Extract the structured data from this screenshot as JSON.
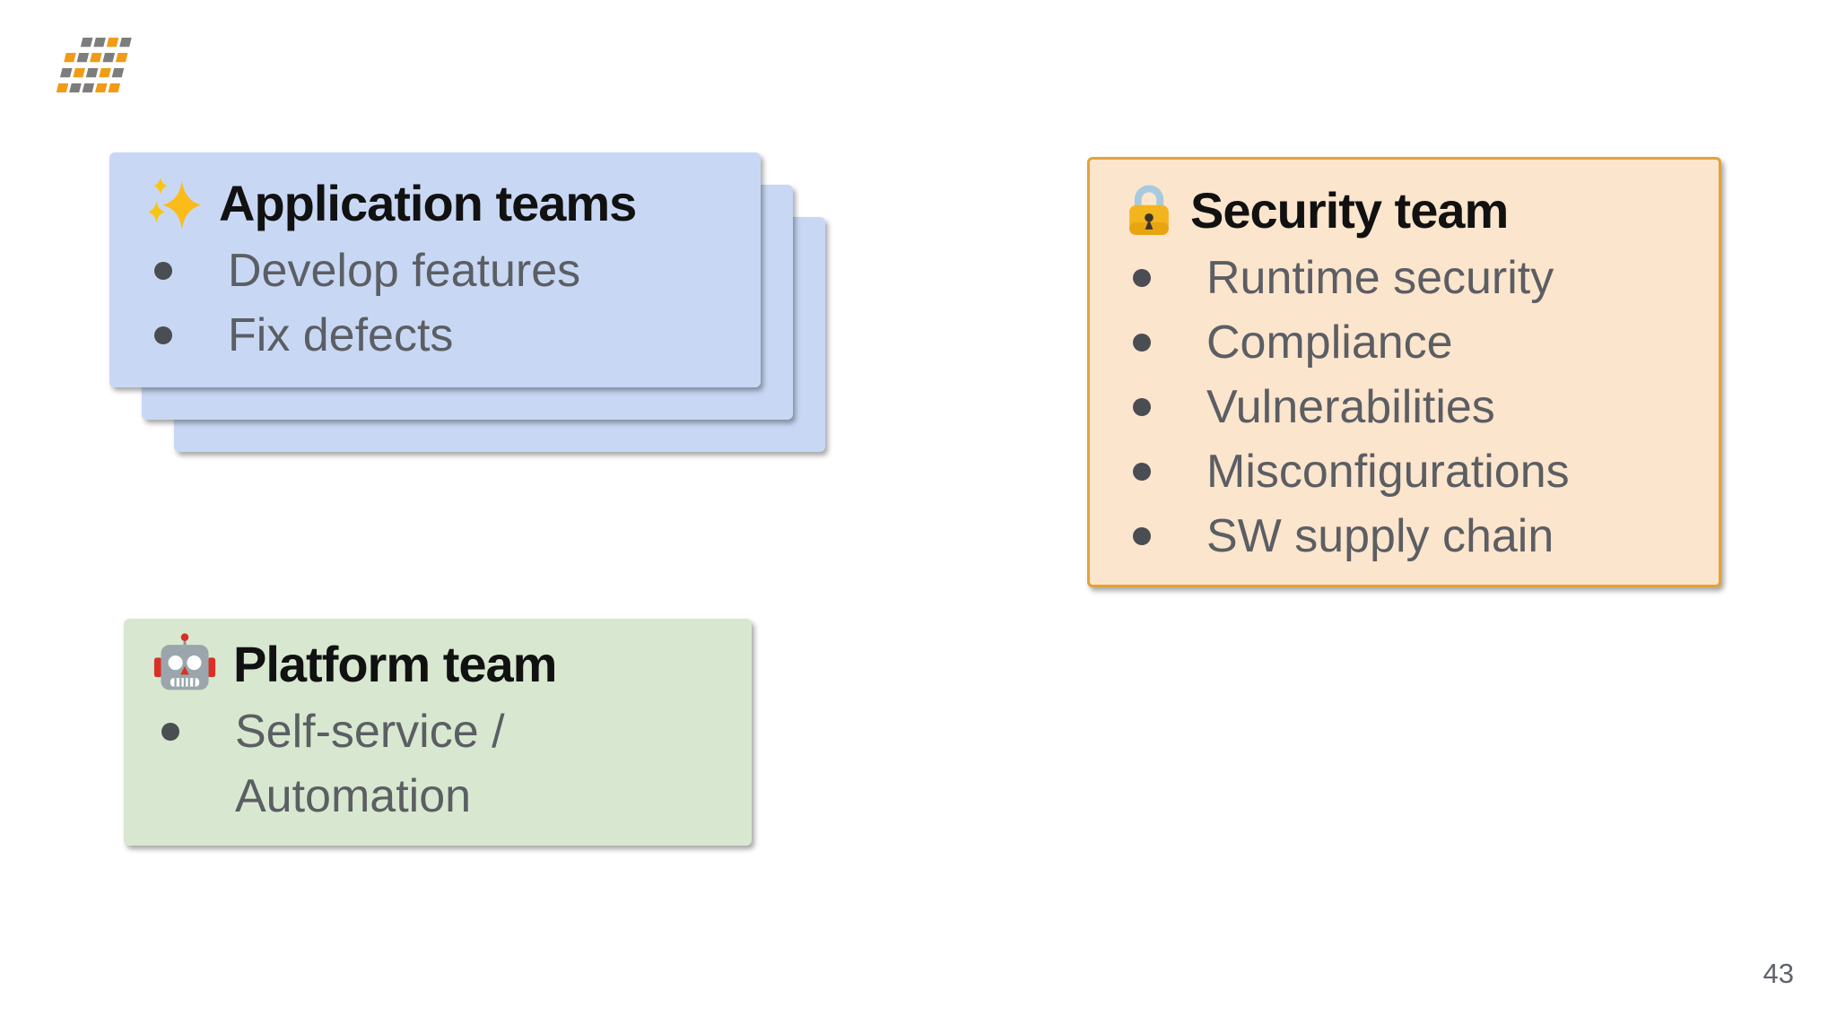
{
  "slide": {
    "page_number": "43"
  },
  "theme": {
    "background": "#ffffff",
    "card-blue": "#c8d8f4",
    "card-orange-fill": "#fce5cd",
    "card-orange-border": "#e2a33b",
    "card-green": "#d8e8d0",
    "title-color": "#111111",
    "bullet-color": "#5b5e63",
    "bullet-dot-color": "#4a4d52",
    "page-number-color": "#5f6368",
    "logo-orange": "#f09c16",
    "logo-gray": "#7d7d7d"
  },
  "cards": {
    "application": {
      "icon": "sparkles-icon",
      "title": "Application teams",
      "bullets": [
        "Develop features",
        "Fix defects"
      ],
      "stacked_copies": 3
    },
    "security": {
      "icon": "lock-icon",
      "title": "Security team",
      "bullets": [
        "Runtime security",
        "Compliance",
        "Vulnerabilities",
        "Misconfigurations",
        "SW supply chain"
      ]
    },
    "platform": {
      "icon": "robot-icon",
      "title": "Platform team",
      "bullets": [
        "Self-service / Automation"
      ]
    }
  }
}
